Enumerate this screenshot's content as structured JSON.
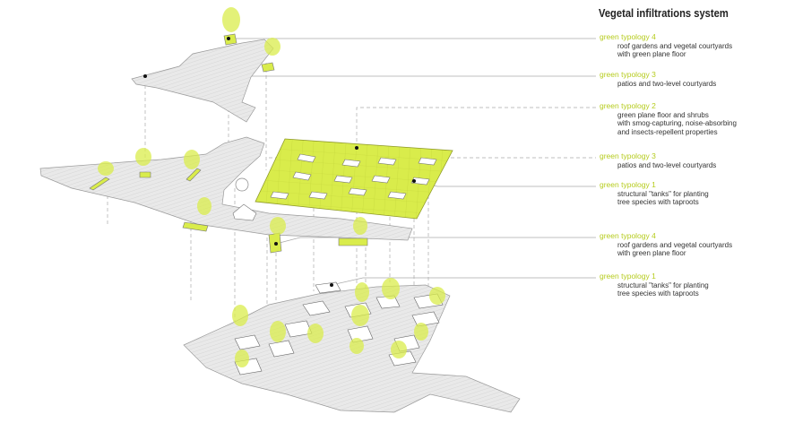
{
  "title": "Vegetal infiltrations system",
  "colors": {
    "accent": "#d9ec4b",
    "accent_text": "#b6cc1e",
    "plate": "#e6e6e6",
    "plate_stroke": "#9a9a9a",
    "leader": "#a8a8a8"
  },
  "legend": [
    {
      "heading": "green typology 4",
      "description": "roof gardens and vegetal courtyards\nwith green plane floor"
    },
    {
      "heading": "green typology 3",
      "description": "patios and two-level courtyards"
    },
    {
      "heading": "green typology 2",
      "description": "green plane floor and shrubs\nwith smog-capturing, noise-absorbing\nand insects-repellent properties"
    },
    {
      "heading": "green typology 3",
      "description": "patios and two-level courtyards"
    },
    {
      "heading": "green typology 1",
      "description": "structural \"tanks\" for planting\ntree species with taproots"
    },
    {
      "heading": "green typology 4",
      "description": "roof gardens and vegetal courtyards\nwith green plane floor"
    },
    {
      "heading": "green typology 1",
      "description": "structural \"tanks\" for planting\ntree species with taproots"
    }
  ]
}
